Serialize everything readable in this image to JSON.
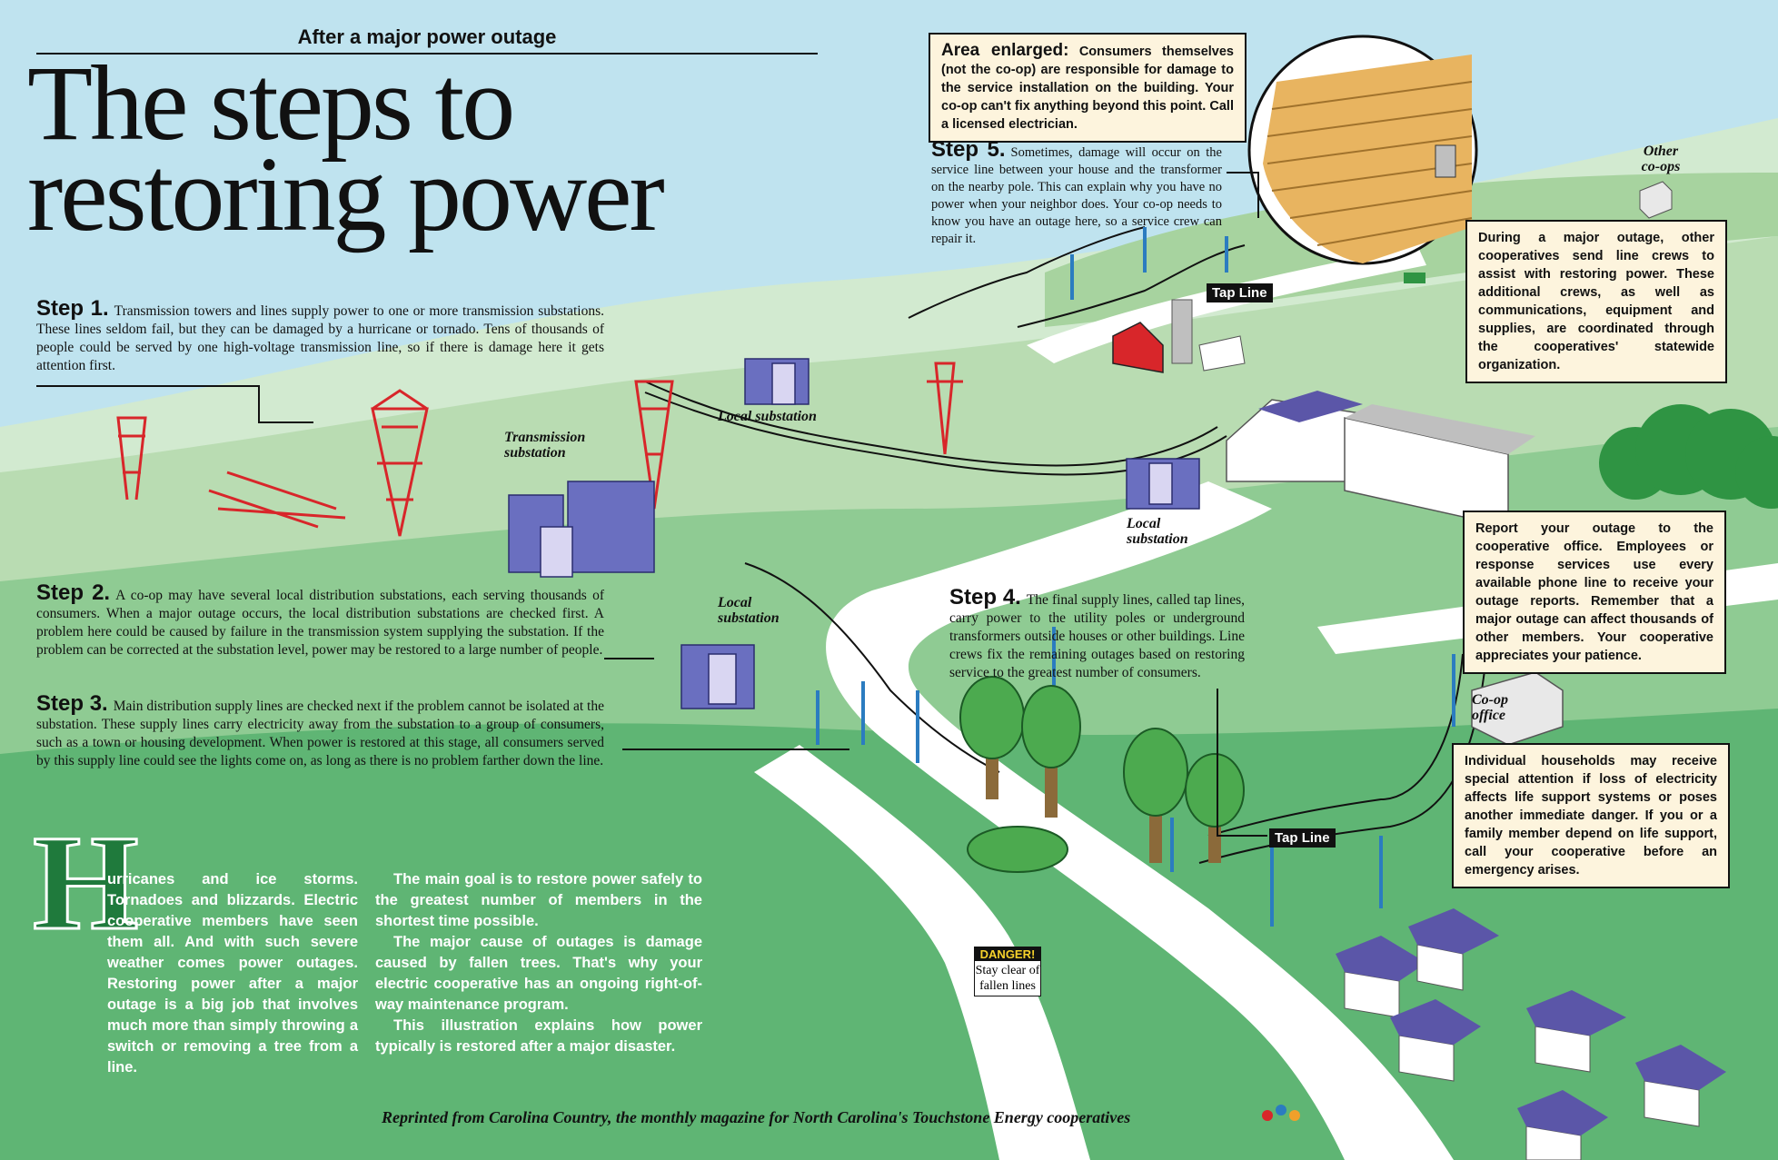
{
  "kicker": "After a major power outage",
  "title_line1": "The steps to",
  "title_line2": "restoring power",
  "steps": [
    {
      "label": "Step 1.",
      "text": "Transmission towers and lines supply power to one or more transmission substations. These lines seldom fail, but they can be damaged by a hurricane or tornado. Tens of thousands of people could be served by one high-voltage transmission line, so if there is damage here it gets attention first."
    },
    {
      "label": "Step 2.",
      "text": "A co-op may have several local distribution substations, each serving thousands of consumers. When a major outage occurs, the local distribution substations are checked first. A problem here could be caused by failure in the transmission system supplying the substation. If the problem can be corrected at the substation level, power may be restored to a large number of people."
    },
    {
      "label": "Step 3.",
      "text": "Main distribution supply lines are checked next if the problem cannot be isolated at the substation. These supply lines carry electricity away from the substation to a group of consumers, such as a town or housing development. When power is restored at this stage, all consumers served by this supply line could see the lights come on, as long as there is no problem farther down the line."
    },
    {
      "label": "Step 4.",
      "text": "The final supply lines, called tap lines, carry power to the utility poles or underground transformers outside houses or other buildings. Line crews fix the remaining outages based on restoring service to the greatest number of consumers."
    },
    {
      "label": "Step 5.",
      "text": "Sometimes, damage will occur on the service line between your house and the transformer on the nearby pole. This can explain why you have no power when your neighbor does. Your co-op needs to know you have an outage here, so a service crew can repair it."
    }
  ],
  "callouts": {
    "area_enlarged_lead": "Area enlarged:",
    "area_enlarged": "Consumers themselves (not the co-op) are responsible for damage to the service installation on the building. Your co-op can't fix anything beyond this point. Call a licensed electrician.",
    "other_coops": "During a major outage, other cooperatives send line crews to assist with restoring power. These additional crews, as well as communications, equipment and supplies, are coordinated through the cooperatives' statewide organization.",
    "report": "Report your outage to the cooperative office. Employees or response services use every available phone line to receive your outage reports. Remember that a major outage can affect thousands of other members. Your cooperative appreciates your patience.",
    "households": "Individual households may receive special attention if loss of electricity affects life support systems or poses another immediate danger. If you or a family member depend on life support, call your cooperative before an emergency arises."
  },
  "labels": {
    "transmission_substation": "Transmission substation",
    "local_substation": "Local substation",
    "tap_line": "Tap Line",
    "other_coops": "Other co-ops",
    "coop_office": "Co-op office",
    "danger": "DANGER!",
    "danger_text": "Stay clear of fallen lines"
  },
  "intro": {
    "dropcap": "H",
    "col1": "urricanes and ice storms. Tornadoes and blizzards. Electric cooperative members have seen them all. And with such severe weather comes power outages. Restoring power after a major outage is a big job that involves much more than simply throwing a switch or removing a tree from a line.",
    "col2_p1": "The main goal is to restore power safely to the greatest number of members in the shortest time possible.",
    "col2_p2": "The major cause of outages is damage caused by fallen trees. That's why your electric cooperative has an ongoing right-of-way maintenance program.",
    "col2_p3": "This illustration explains how power typically is restored after a major disaster."
  },
  "footer": "Reprinted from Carolina Country, the monthly magazine for North Carolina's Touchstone Energy cooperatives",
  "colors": {
    "sky": "#bfe3ef",
    "hill_light": "#b9dcb2",
    "hill_mid": "#8fcb93",
    "hill_dark": "#5fb574",
    "tower_red": "#d8262a",
    "pole_blue": "#2b7cc0",
    "roof_purple": "#5b56a8",
    "callout_bg": "#fdf4dd"
  }
}
